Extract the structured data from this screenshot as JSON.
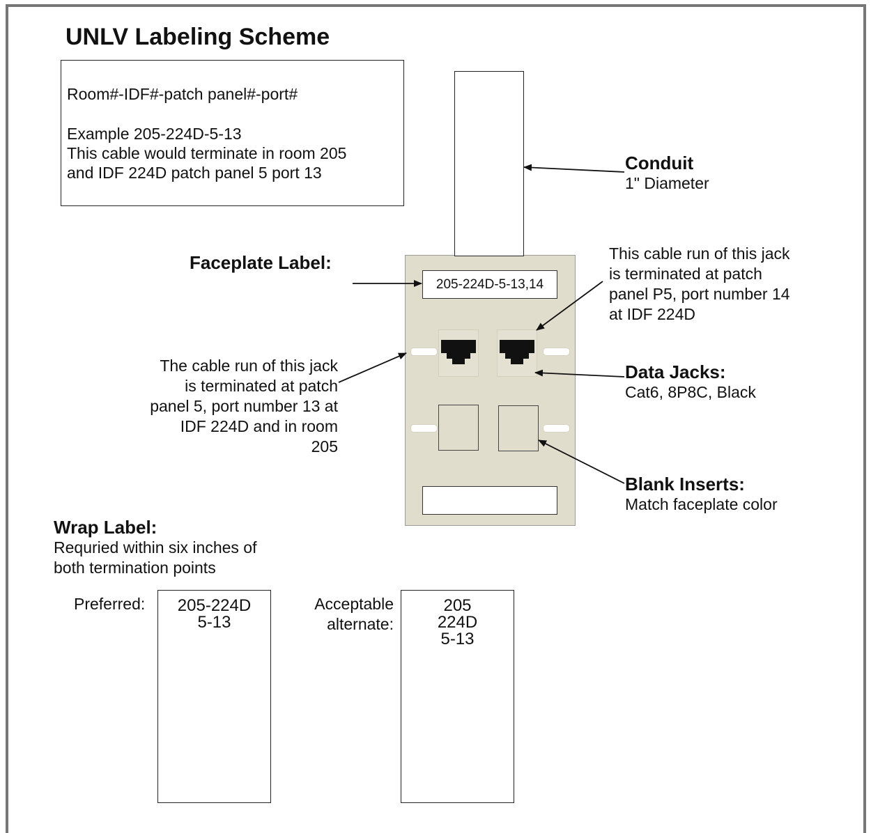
{
  "title": "UNLV Labeling Scheme",
  "scheme": {
    "format": "Room#-IDF#-patch panel#-port#",
    "example": "Example 205-224D-5-13",
    "explanation_1": "This cable would terminate in room 205",
    "explanation_2": "and IDF 224D patch panel 5 port 13"
  },
  "conduit": {
    "heading": "Conduit",
    "detail": "1\" Diameter"
  },
  "faceplate": {
    "heading": "Faceplate Label:",
    "label_text": "205-224D-5-13,14",
    "color": "#e1ddcc"
  },
  "jack_right_note": [
    "This cable run of this jack",
    "is terminated at patch",
    "panel P5, port number 14",
    "at IDF 224D"
  ],
  "jack_left_note": [
    "The cable run of this jack",
    "is terminated at patch",
    "panel 5, port number 13 at",
    "IDF 224D and in room",
    "205"
  ],
  "data_jacks": {
    "heading": "Data Jacks:",
    "detail": "Cat6, 8P8C, Black"
  },
  "blank_inserts": {
    "heading": "Blank Inserts:",
    "detail": "Match faceplate color"
  },
  "wrap_label": {
    "heading": "Wrap Label:",
    "detail_1": "Requried within six inches of",
    "detail_2": "both termination points",
    "preferred_caption": "Preferred:",
    "preferred_lines": [
      "205-224D",
      "5-13"
    ],
    "alternate_caption_1": "Acceptable",
    "alternate_caption_2": "alternate:",
    "alternate_lines": [
      "205",
      "224D",
      "5-13"
    ]
  }
}
